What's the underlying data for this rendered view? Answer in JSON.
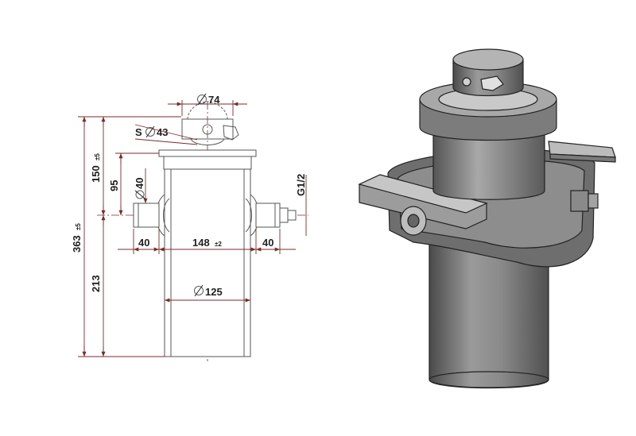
{
  "drawing": {
    "dims": {
      "d74": "74",
      "s43_prefix": "S",
      "s43": "43",
      "h150": "150",
      "h150_tol": "±5",
      "h95": "95",
      "d40": "40",
      "g12": "G1/2",
      "h363": "363",
      "h363_tol": "±5",
      "w40_left": "40",
      "w148": "148",
      "w148_tol": "±2",
      "w40_right": "40",
      "h213": "213",
      "d125": "125"
    },
    "colors": {
      "dimension_line": "#7a2b2b",
      "outline": "#555555",
      "render_dark": "#3c3c3c",
      "render_mid": "#8a8a8a",
      "render_light": "#c4c4c4"
    }
  }
}
